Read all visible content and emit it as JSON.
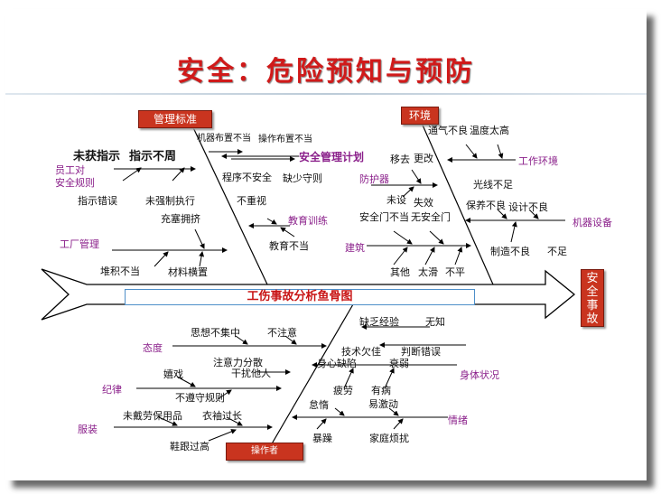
{
  "title": "安全：危险预知与预防",
  "spine_label": "工伤事故分析鱼骨图",
  "effect_label": "安全事故",
  "categories": {
    "mgmt": "管理标准",
    "env": "环境",
    "operator": "操作者"
  },
  "mgmt": {
    "l1": "机器布置不当",
    "l2": "操作布置不当",
    "l3": "未获指示",
    "l4": "指示不周",
    "l5": "员工对",
    "l6": "安全规则",
    "l7": "安全管理计划",
    "l8": "程序不安全",
    "l9": "缺少守则",
    "l10": "指示错误",
    "l11": "未强制执行",
    "l12": "不重视",
    "l13": "充塞拥挤",
    "l14": "教育训练",
    "l15": "工厂管理",
    "l16": "教育不当",
    "l17": "堆积不当",
    "l18": "材料横置"
  },
  "env": {
    "l1": "通气不良",
    "l2": "温度太高",
    "l3": "移去",
    "l4": "更改",
    "l5": "工作环境",
    "l6": "防护器",
    "l7": "光线不足",
    "l8": "未设",
    "l9": "失效",
    "l10": "保养不良",
    "l11": "设计不良",
    "l12": "安全门不当",
    "l13": "无安全门",
    "l14": "机器设备",
    "l15": "建筑",
    "l16": "制造不良",
    "l17": "不足",
    "l18": "其他",
    "l19": "太滑",
    "l20": "不平"
  },
  "operator": {
    "l1": "缺乏经验",
    "l2": "无知",
    "l3": "思想不集中",
    "l4": "不注意",
    "l5": "态度",
    "l6": "技术欠佳",
    "l7": "判断错误",
    "l8": "身心缺陷",
    "l9": "衰弱",
    "l10": "注意力分散",
    "l11": "干扰他人",
    "l12": "身体状况",
    "l13": "嬉戏",
    "l14": "疲劳",
    "l15": "有病",
    "l16": "纪律",
    "l17": "不遵守规则",
    "l18": "怠惰",
    "l19": "易激动",
    "l20": "未戴劳保用品",
    "l21": "衣袖过长",
    "l22": "情绪",
    "l23": "服装",
    "l24": "暴躁",
    "l25": "家庭烦扰",
    "l26": "鞋跟过高"
  },
  "colors": {
    "title": "#d01a1a",
    "box": "#c9341f",
    "branch_label": "#8a1f8a",
    "spine_border": "#4e8fc9"
  }
}
